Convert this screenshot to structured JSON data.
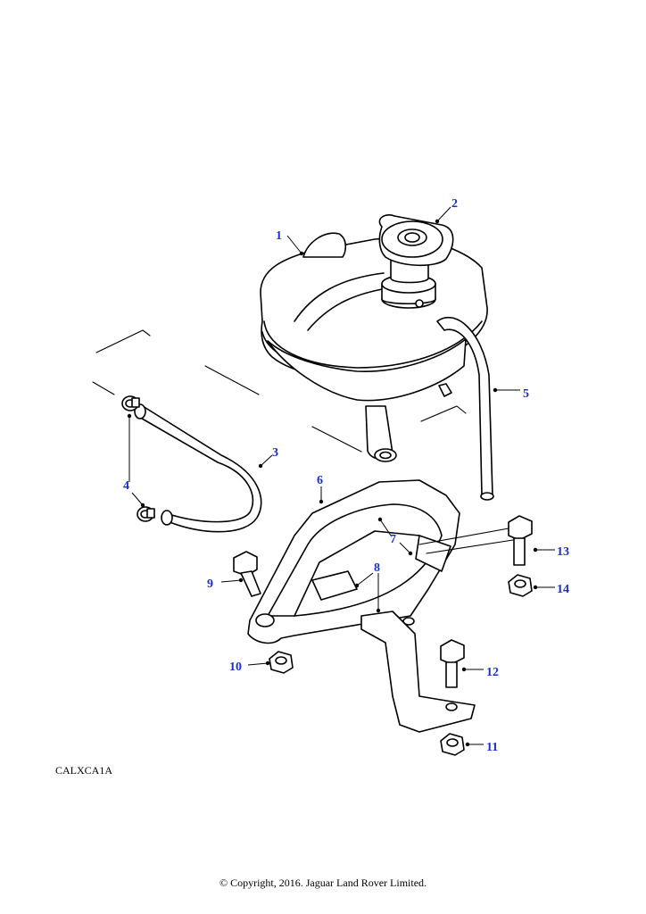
{
  "diagram_ref": "CALXCA1A",
  "copyright": "© Copyright, 2016. Jaguar Land Rover Limited.",
  "callouts": {
    "c1": "1",
    "c2": "2",
    "c3": "3",
    "c4": "4",
    "c5": "5",
    "c6": "6",
    "c7": "7",
    "c8": "8",
    "c9": "9",
    "c10": "10",
    "c11": "11",
    "c12": "12",
    "c13": "13",
    "c14": "14"
  },
  "colors": {
    "callout": "#1a2fc9",
    "line": "#000000"
  }
}
